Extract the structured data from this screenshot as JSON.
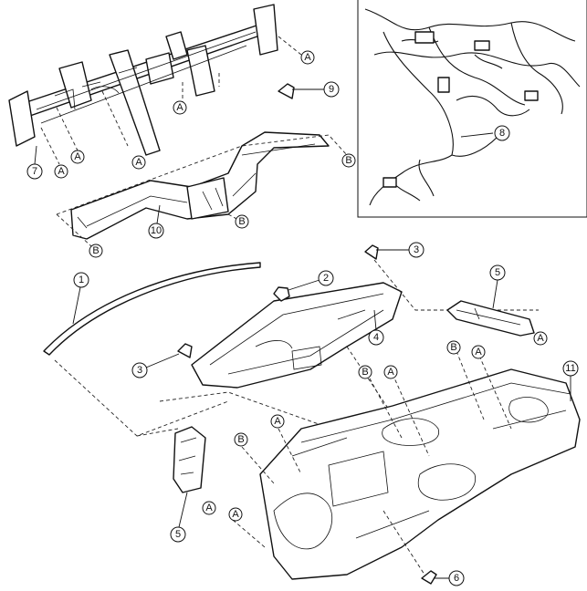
{
  "callouts": {
    "c1": "1",
    "c2": "2",
    "c3a": "3",
    "c3b": "3",
    "c4": "4",
    "c5a": "5",
    "c5b": "5",
    "c6": "6",
    "c7": "7",
    "c8": "8",
    "c9": "9",
    "c10": "10",
    "c11": "11",
    "refA1": "A",
    "refA2": "A",
    "refA3": "A",
    "refA4": "A",
    "refA5": "A",
    "refA6": "A",
    "refA7": "A",
    "refA8": "A",
    "refA9": "A",
    "refA10": "A",
    "refA11": "A",
    "refB1": "B",
    "refB2": "B",
    "refB3": "B",
    "refB4": "B",
    "refB5": "B",
    "refB6": "B"
  }
}
